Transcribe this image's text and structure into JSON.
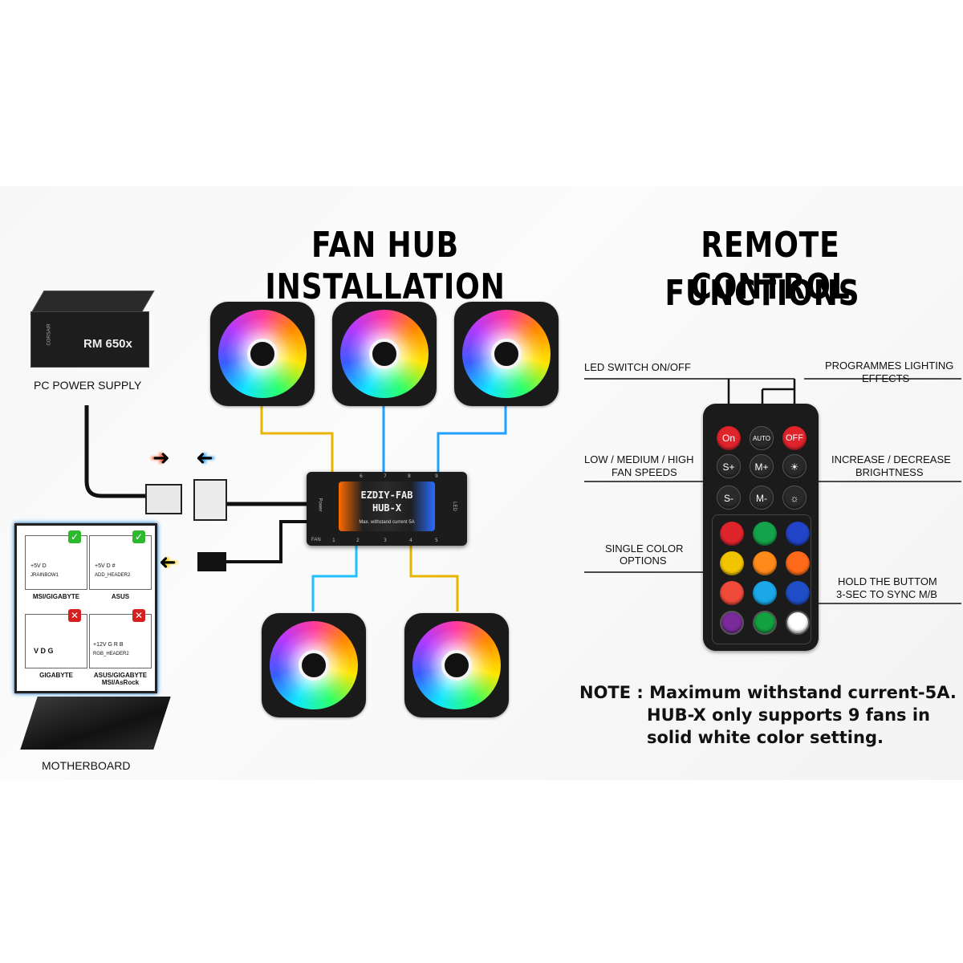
{
  "titles": {
    "installation": "FAN HUB INSTALLATION",
    "remote_line1": "REMOTE CONTROL",
    "remote_line2": "FUNCTIONS"
  },
  "left": {
    "psu_label": "PC POWER SUPPLY",
    "psu_model": "RM 650x",
    "psu_brand": "CORSAIR",
    "motherboard_label": "MOTHERBOARD",
    "headers": [
      {
        "name": "MSI/GIGABYTE",
        "pins": "+5V  D",
        "sub": "JRAINBOW1",
        "status": "ok"
      },
      {
        "name": "ASUS",
        "pins": "+5V  D   #",
        "sub": "ADD_HEADER2",
        "status": "ok"
      },
      {
        "name": "GIGABYTE",
        "pins": "V  D  G",
        "sub": "",
        "status": "no"
      },
      {
        "name": "ASUS/GIGABYTE MSI/AsRock",
        "pins": "+12V G  R  B",
        "sub": "RGB_HEADER2",
        "status": "no"
      }
    ]
  },
  "hub": {
    "title1": "EZDIY-FAB",
    "title2": "HUB-X",
    "sub": "Max. withstand current 5A",
    "fan_label": "FAN",
    "power_label": "Power",
    "led_label": "LED",
    "ports": [
      "1",
      "2",
      "3",
      "4",
      "5",
      "6",
      "7",
      "8",
      "9"
    ]
  },
  "remote": {
    "callouts": {
      "led_switch": "LED SWITCH ON/OFF",
      "programmes_1": "PROGRAMMES  LIGHTING",
      "programmes_2": "EFFECTS",
      "speeds_1": "LOW / MEDIUM / HIGH",
      "speeds_2": "FAN SPEEDS",
      "brightness_1": "INCREASE / DECREASE",
      "brightness_2": "BRIGHTNESS",
      "single_1": "SINGLE COLOR",
      "single_2": "OPTIONS",
      "hold_1": "HOLD THE BUTTOM",
      "hold_2": "3-SEC TO SYNC M/B"
    },
    "buttons": {
      "on": "On",
      "auto": "AUTO",
      "off": "OFF",
      "s_plus": "S+",
      "m_plus": "M+",
      "s_minus": "S-",
      "m_minus": "M-"
    },
    "colors": [
      "#e0242c",
      "#14a34a",
      "#2244c8",
      "#f2c400",
      "#ff8a1a",
      "#ff6a1a",
      "#f04a3a",
      "#1aa8e8",
      "#1f4ec8",
      "#7a2a9a",
      "#12a040",
      "#ffffff"
    ]
  },
  "note": {
    "line1": "NOTE : Maximum withstand current-5A.",
    "line2": "HUB-X only supports 9 fans in",
    "line3": "solid white color setting."
  }
}
